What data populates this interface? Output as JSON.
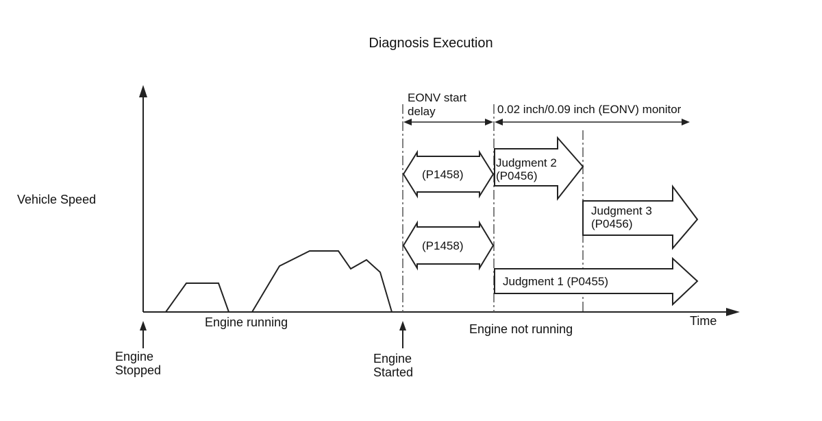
{
  "title": "Diagnosis Execution",
  "axes": {
    "y_label": "Vehicle Speed",
    "x_label": "Time"
  },
  "phases": {
    "running": "Engine running",
    "not_running": "Engine not running"
  },
  "events": {
    "stopped_line1": "Engine",
    "stopped_line2": "Stopped",
    "started_line1": "Engine",
    "started_line2": "Started"
  },
  "intervals": {
    "start_delay_line1": "EONV start",
    "start_delay_line2": "delay",
    "monitor": "0.02 inch/0.09 inch (EONV) monitor"
  },
  "blocks": {
    "p1458_upper": "(P1458)",
    "p1458_lower": "(P1458)",
    "judgment2_line1": "Judgment 2",
    "judgment2_line2": "(P0456)",
    "judgment3_line1": "Judgment 3",
    "judgment3_line2": "(P0456)",
    "judgment1": "Judgment 1 (P0455)"
  }
}
